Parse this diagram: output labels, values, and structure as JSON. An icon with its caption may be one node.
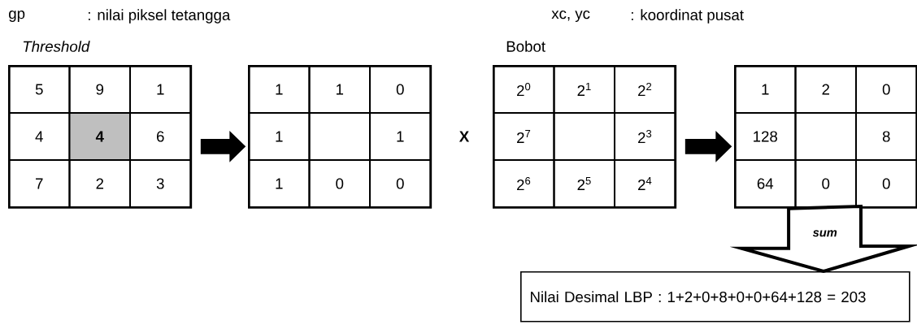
{
  "diagram": {
    "nodes": [
      {
        "text": [
          "5",
          "9",
          "1",
          "4",
          "4",
          "6",
          "7",
          "2",
          "3"
        ],
        "beside": [
          "*Threshold*"
        ]
      },
      {
        "text": [
          "1",
          "1",
          "0",
          "1",
          "1",
          "1",
          "0",
          "0"
        ]
      },
      {
        "text": [
          "2$^{0}$",
          "2$^{1}$",
          "2$^{2}$",
          "2$^{7}$",
          "2$^{3}$",
          "2$^{6}$",
          "2$^{5}$",
          "2$^{4}$"
        ],
        "beside": [
          "Bobot"
        ]
      },
      {
        "text": [
          "1",
          "2",
          "0",
          "128",
          "8",
          "64",
          "0",
          "0"
        ]
      },
      {
        "text": [
          "Nilai Desimal LBP : 1+2+0+8+0+0+64+128 = 203"
        ]
      }
    ],
    "edges": [
      {
        "from": 0,
        "to": 1,
        "arrow": "to"
      },
      {
        "from": 2,
        "to": 3,
        "arrow": "to"
      },
      {
        "from": 3,
        "to": 4,
        "arrow": "to",
        "label": "sum"
      }
    ],
    "labels": [
      "gp",
      ": nilai piksel tetangga",
      "xc, yc",
      ": koordinat pusat",
      "X"
    ]
  }
}
